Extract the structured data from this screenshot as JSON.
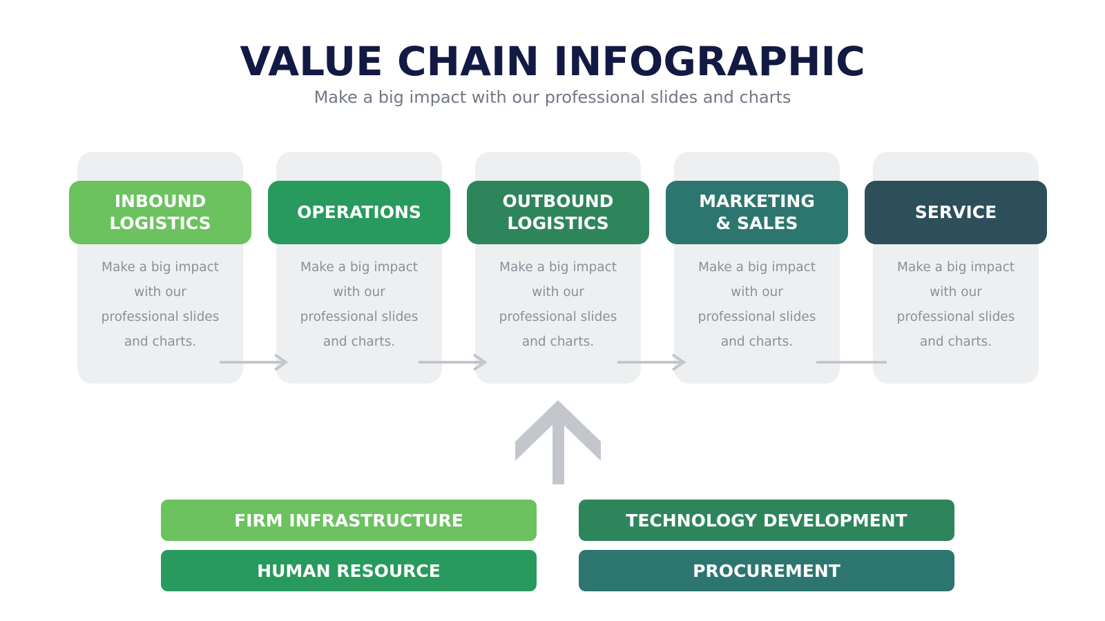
{
  "header": {
    "title": "VALUE CHAIN INFOGRAPHIC",
    "subtitle": "Make a big impact with our professional slides and charts"
  },
  "primary_activities": [
    {
      "label": "INBOUND\nLOGISTICS",
      "description": "Make a big impact\nwith our\nprofessional slides\nand charts.",
      "color": "#6bc25f"
    },
    {
      "label": "OPERATIONS",
      "description": "Make a big impact\nwith our\nprofessional slides\nand charts.",
      "color": "#289a5d"
    },
    {
      "label": "OUTBOUND\nLOGISTICS",
      "description": "Make a big impact\nwith our\nprofessional slides\nand charts.",
      "color": "#2e855c"
    },
    {
      "label": "MARKETING\n& SALES",
      "description": "Make a big impact\nwith our\nprofessional slides\nand charts.",
      "color": "#2d7670"
    },
    {
      "label": "SERVICE",
      "description": "Make a big impact\nwith our\nprofessional slides\nand charts.",
      "color": "#2c4f5a"
    }
  ],
  "support_activities": [
    {
      "label": "FIRM INFRASTRUCTURE",
      "color": "#6bc25f"
    },
    {
      "label": "TECHNOLOGY DEVELOPMENT",
      "color": "#2e855c"
    },
    {
      "label": "HUMAN RESOURCE",
      "color": "#289a5d"
    },
    {
      "label": "PROCUREMENT",
      "color": "#2d7670"
    }
  ],
  "colors": {
    "card_background": "#eeeff0",
    "connector": "#c3c7cc",
    "title": "#121a44",
    "subtitle": "#717785",
    "description": "#8a8f99"
  },
  "icons": {
    "flow_arrow": "right-arrow-icon",
    "support_arrow": "up-arrow-icon"
  }
}
